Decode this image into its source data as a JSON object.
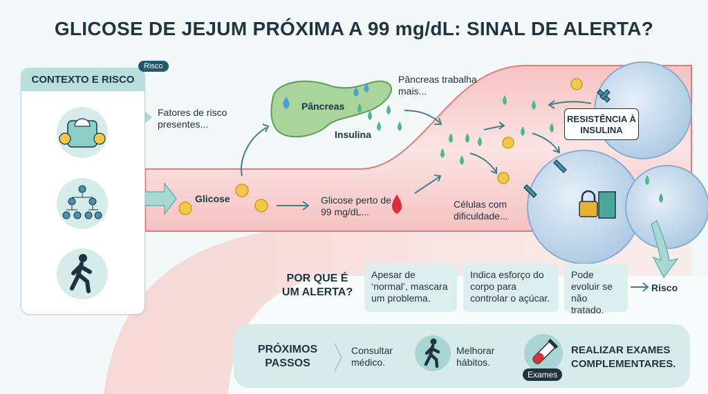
{
  "title": "GLICOSE DE JEJUM PRÓXIMA A 99 mg/dL: SINAL DE ALERTA?",
  "context": {
    "header": "CONTEXTO E RISCO",
    "tag": "Risco",
    "risk_factors_text": "Fatores de risco presentes..."
  },
  "flow": {
    "pancreas_label": "Pâncreas",
    "insulin_label": "Insulina",
    "pancreas_works_text": "Pâncreas trabalha mais...",
    "glucose_label": "Glicose",
    "glucose_near_text": "Glicose perto de 99 mg/dL...",
    "cells_text": "Células com dificuldade...",
    "resistance_label": "RESISTÊNCIA À INSULINA",
    "risk_label": "Risco"
  },
  "why": {
    "label": "POR QUE É UM ALERTA?",
    "reasons": [
      "Apesar de ‘normal’, mascara um problema.",
      "Indica esforço do corpo para controlar o açúcar.",
      "Pode evoluir se não tratado."
    ]
  },
  "next_steps": {
    "label": "PRÓXIMOS PASSOS",
    "steps": [
      "Consultar médico.",
      "Melhorar hábitos."
    ],
    "exams_tag": "Exames",
    "final": "REALIZAR EXAMES COMPLEMENTARES."
  },
  "icons": [
    "scale-icon",
    "family-tree-icon",
    "walking-person-icon",
    "pancreas-icon",
    "droplet-icon",
    "blood-drop-icon",
    "cell-icon",
    "receptor-icon",
    "lock-icon",
    "test-tube-icon",
    "arrow-icon"
  ],
  "colors": {
    "teal": "#8ccfc9",
    "vessel": "#f3b5b5",
    "glucose": "#f2c94c",
    "insulin": "#4db890",
    "dark": "#1f3340",
    "blood": "#d9303a"
  }
}
